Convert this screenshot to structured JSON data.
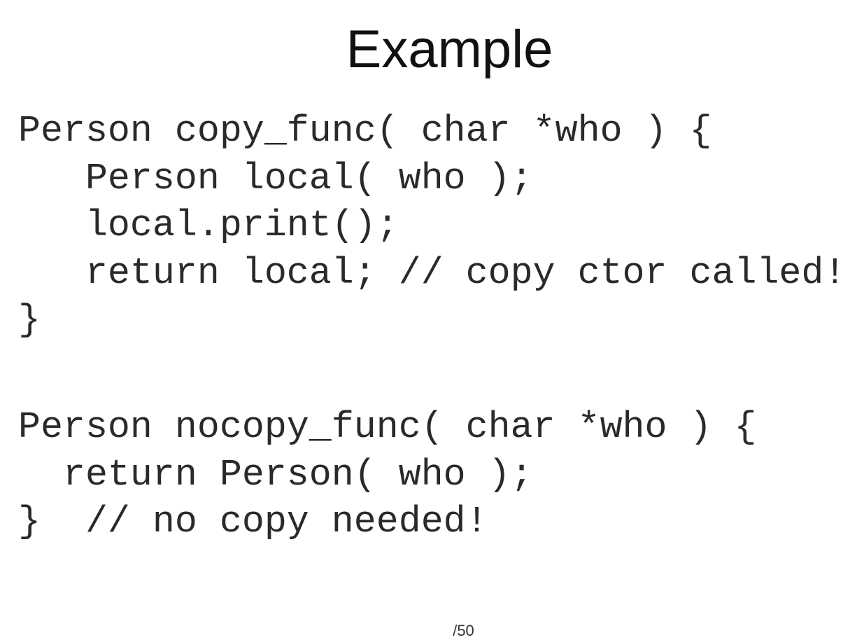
{
  "slide": {
    "title": "Example",
    "page_number": "/50"
  },
  "code_blocks": [
    {
      "lines": [
        "Person copy_func( char *who ) {",
        "   Person local( who );",
        "   local.print();",
        "   return local; // copy ctor called!",
        "}"
      ]
    },
    {
      "lines": [
        "Person nocopy_func( char *who ) {",
        "  return Person( who );",
        "}  // no copy needed!"
      ]
    }
  ]
}
